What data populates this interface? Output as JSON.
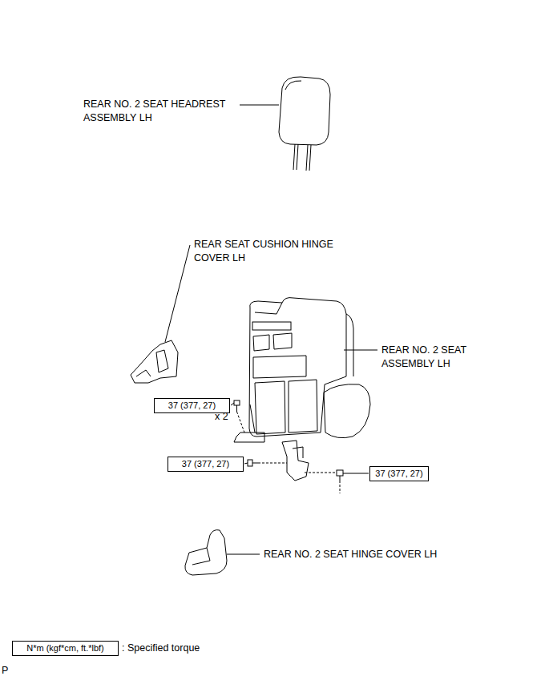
{
  "diagram": {
    "nodes": [
      {
        "text": [
          "37 (377, 27)"
        ]
      },
      {
        "text": [
          "37 (377, 27)"
        ]
      },
      {
        "text": [
          "37 (377, 27)"
        ]
      },
      {
        "text": [
          "N*m (kgf*cm, ft.*lbf)"
        ]
      }
    ],
    "labels": [
      "REAR NO. 2 SEAT HEADREST ASSEMBLY LH",
      "REAR SEAT CUSHION HINGE COVER LH",
      "REAR NO. 2 SEAT ASSEMBLY LH",
      "x 2",
      "REAR NO. 2 SEAT HINGE COVER LH",
      ": Specified torque",
      "P"
    ]
  }
}
